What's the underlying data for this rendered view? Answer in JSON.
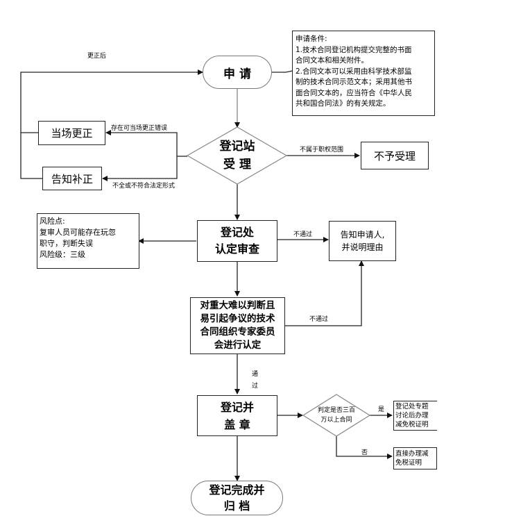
{
  "nodes": {
    "apply": {
      "lines": [
        "申 请"
      ]
    },
    "conditions": {
      "lines": [
        "申请条件:",
        "1.技术合同登记机构提交完整的书面",
        "合同文本和相关附件。",
        "2.合同文本可以采用由科学技术部监",
        "制的技术合同示范文本；采用其他书",
        "面合同文本的，应当符合《中华人民",
        "共和国合同法》的有关规定。"
      ]
    },
    "station_accept": {
      "lines": [
        "登记站",
        "受 理"
      ]
    },
    "correct_onsite": {
      "lines": [
        "当场更正"
      ]
    },
    "notify_supplement": {
      "lines": [
        "告知补正"
      ]
    },
    "not_accepted": {
      "lines": [
        "不予受理"
      ]
    },
    "office_review": {
      "lines": [
        "登记处",
        "认定审查"
      ]
    },
    "risk_note": {
      "lines": [
        "风险点:",
        "复审人员可能存在玩忽",
        "职守，判断失误",
        "风险级：三级"
      ]
    },
    "notify_applicant": {
      "lines": [
        "告知申请人,",
        "并说明理由"
      ]
    },
    "expert_committee": {
      "lines": [
        "对重大难以判断且",
        "易引起争议的技术",
        "合同组织专家委员",
        "会进行认定"
      ]
    },
    "register_seal": {
      "lines": [
        "登记并",
        "盖 章"
      ]
    },
    "judge_amount": {
      "lines": [
        "判定是否三百",
        "万以上合同"
      ]
    },
    "special_topic": {
      "lines": [
        "登记处专题",
        "讨论后办理",
        "减免税证明"
      ]
    },
    "direct_process": {
      "lines": [
        "直接办理减",
        "免税证明"
      ]
    },
    "complete_archive": {
      "lines": [
        "登记完成并",
        "归 档"
      ]
    }
  },
  "edge_labels": {
    "after_correction": "更正后",
    "correctable_error": "存在可当场更正错误",
    "incomplete_form": "不全或不符合法定形式",
    "out_of_scope": "不属于职权范围",
    "not_passed_1": "不通过",
    "not_passed_2": "不通过",
    "passed": [
      "通",
      "过"
    ],
    "yes": "是",
    "no": "否"
  }
}
